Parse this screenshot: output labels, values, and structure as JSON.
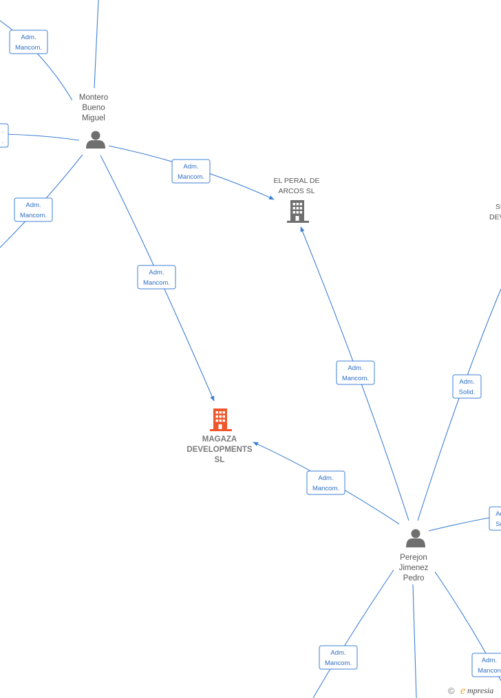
{
  "nodes": {
    "montero": {
      "lines": [
        "Montero",
        "Bueno",
        "Miguel"
      ],
      "type": "person"
    },
    "peral": {
      "lines": [
        "EL PERAL DE",
        "ARCOS  SL"
      ],
      "type": "company"
    },
    "magaza": {
      "lines": [
        "MAGAZA",
        "DEVELOPMENTS",
        "SL"
      ],
      "type": "company-main"
    },
    "perejon": {
      "lines": [
        "Perejon",
        "Jimenez",
        "Pedro"
      ],
      "type": "person"
    },
    "partial_right": {
      "lines": [
        "SU",
        "DEV"
      ]
    }
  },
  "edge_labels": {
    "top_left": [
      "Adm.",
      "Mancom."
    ],
    "left_edge": [
      ".",
      "."
    ],
    "montero_peral": [
      "Adm.",
      "Mancom."
    ],
    "montero_lower_left": [
      "Adm.",
      "Mancom."
    ],
    "montero_magaza": [
      "Adm.",
      "Mancom."
    ],
    "perejon_peral": [
      "Adm.",
      "Mancom."
    ],
    "perejon_solid": [
      "Adm.",
      "Solid."
    ],
    "perejon_magaza": [
      "Adm.",
      "Mancom."
    ],
    "perejon_right": [
      "Ad",
      "So"
    ],
    "perejon_lower_left": [
      "Adm.",
      "Mancom."
    ],
    "perejon_lower_right": [
      "Adm.",
      "Mancon"
    ]
  },
  "footer": {
    "copyright": "©",
    "brand_initial": "e",
    "brand_rest": "mpresia"
  },
  "colors": {
    "edge": "#3d7fd6",
    "node_gray": "#6f6f6f",
    "main_company": "#f0562b"
  }
}
